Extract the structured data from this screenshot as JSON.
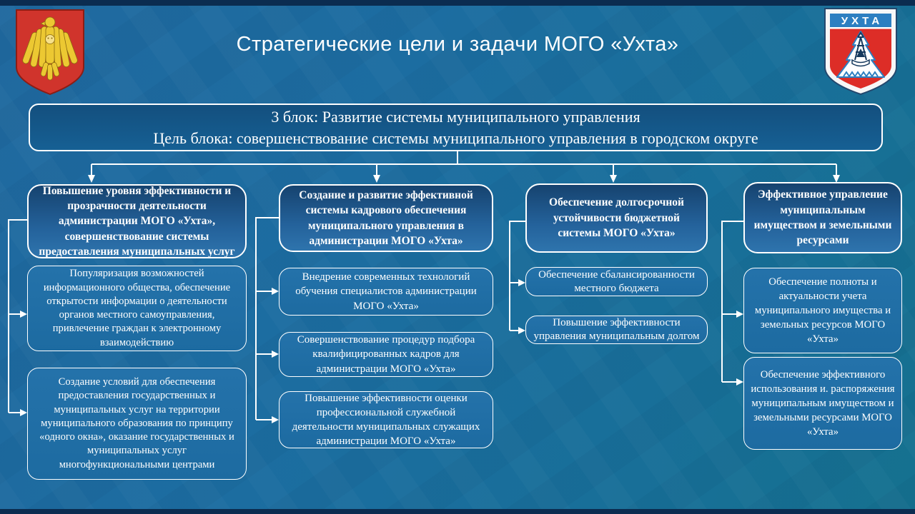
{
  "title": "Стратегические цели и задачи МОГО «Ухта»",
  "emblems": {
    "left_name": "Герб Республики Коми",
    "right_name": "Герб Ухты",
    "right_label": "УХТА"
  },
  "header_block": {
    "line1": "3 блок: Развитие системы муниципального управления",
    "line2": "Цель блока: совершенствование системы муниципального управления в городском округе"
  },
  "columns": [
    {
      "goal": "Повышение уровня эффективности и прозрачности деятельности администрации МОГО «Ухта», совершенствование системы предоставления муниципальных услуг",
      "tasks": [
        "Популяризация возможностей информационного общества, обеспечение открытости информации о деятельности органов местного самоуправления, привлечение граждан к электронному взаимодействию",
        "Создание условий для обеспечения предоставления государственных и муниципальных услуг на территории муниципального образования по принципу «одного окна», оказание государственных и муниципальных услуг многофункциональными центрами"
      ]
    },
    {
      "goal": "Создание и развитие эффективной системы кадрового обеспечения муниципального управления в администрации МОГО «Ухта»",
      "tasks": [
        "Внедрение современных технологий обучения специалистов администрации МОГО «Ухта»",
        "Совершенствование процедур подбора квалифицированных кадров для администрации МОГО «Ухта»",
        "Повышение эффективности оценки профессиональной служебной деятельности муниципальных служащих администрации МОГО «Ухта»"
      ]
    },
    {
      "goal": "Обеспечение долгосрочной устойчивости бюджетной системы МОГО «Ухта»",
      "tasks": [
        "Обеспечение сбалансированности местного бюджета",
        "Повышение эффективности управления муниципальным долгом"
      ]
    },
    {
      "goal": "Эффективное управление муниципальным имуществом и земельными ресурсами",
      "tasks": [
        "Обеспечение полноты и актуальности учета муниципального имущества и земельных ресурсов МОГО «Ухта»",
        "Обеспечение эффективного использования и. распоряжения муниципальным имуществом и земельными ресурсами МОГО «Ухта»"
      ]
    }
  ],
  "colors": {
    "background": "#1b6da0",
    "top_bottom_strip": "#0b2c50",
    "header_block_fill": "#14517f",
    "goal_box_fill_top": "#16436f",
    "goal_box_fill_bottom": "#2e74ad",
    "task_box_fill": "#2070a8",
    "box_border": "#ffffff",
    "emblem_red": "#d92b27",
    "emblem_gold": "#e8c327",
    "emblem_blue": "#2d7fc1"
  }
}
